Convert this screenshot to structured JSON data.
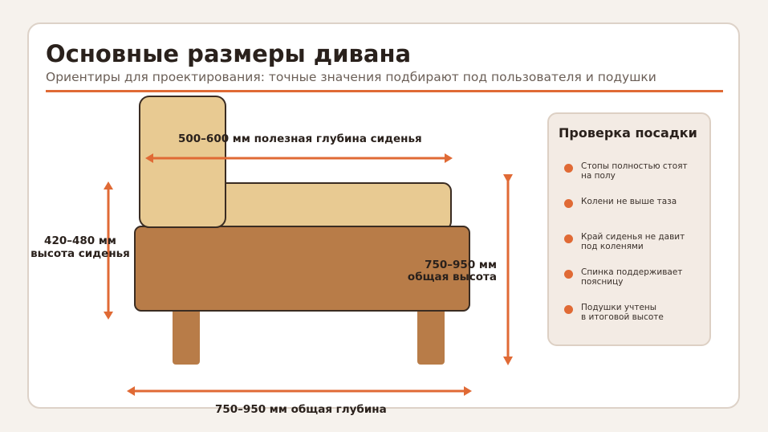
{
  "header": {
    "title": "Основные размеры дивана",
    "subtitle": "Ориентиры для проектирования: точные значения подбирают под пользователя и подушки"
  },
  "dimensions": {
    "seat_depth": "500–600 мм полезная глубина сиденья",
    "seat_height_line1": "420–480 мм",
    "seat_height_line2": "высота сиденья",
    "total_height_line1": "750–950 мм",
    "total_height_line2": "общая высота",
    "total_depth": "750–950 мм общая глубина"
  },
  "check": {
    "title": "Проверка посадки",
    "items": [
      "Стопы полностью стоят\nна полу",
      "Колени не выше таза",
      "Край сиденья не давит\nпод коленями",
      "Спинка поддерживает\nпоясницу",
      "Подушки учтены\nв итоговой высоте"
    ]
  },
  "colors": {
    "accent": "#e06a35",
    "frame": "#b87c48",
    "cushion": "#e8ca92",
    "outline": "#3a2c22"
  }
}
